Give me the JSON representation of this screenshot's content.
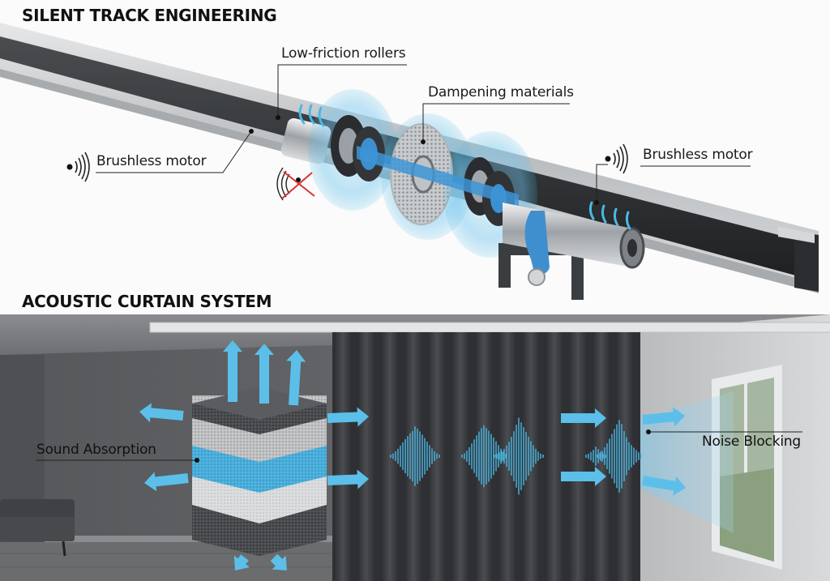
{
  "top_section": {
    "title": "SILENT TRACK ENGINEERING",
    "callouts": {
      "low_friction_rollers": "Low-friction rollers",
      "dampening_materials": "Dampening materials",
      "brushless_motor_left": "Brushless motor",
      "brushless_motor_right": "Brushless motor"
    },
    "icons": [
      "sound-wave-icon",
      "no-sound-icon"
    ]
  },
  "bottom_section": {
    "title": "ACOUSTIC CURTAIN SYSTEM",
    "callouts": {
      "sound_absorption": "Sound Absorption",
      "noise_blocking": "Noise Blocking"
    },
    "foam_layers": [
      "dark gray foam",
      "light gray foam",
      "light gray foam",
      "blue foam",
      "white foam",
      "dark gray foam"
    ]
  },
  "colors": {
    "accent_blue": "#4bb8e6",
    "rail_silver": "#c8cacc",
    "rail_dark": "#2e3033",
    "curtain": "#3a3c3f",
    "wall": "#6a6c6f",
    "cross_red": "#d8332f"
  }
}
